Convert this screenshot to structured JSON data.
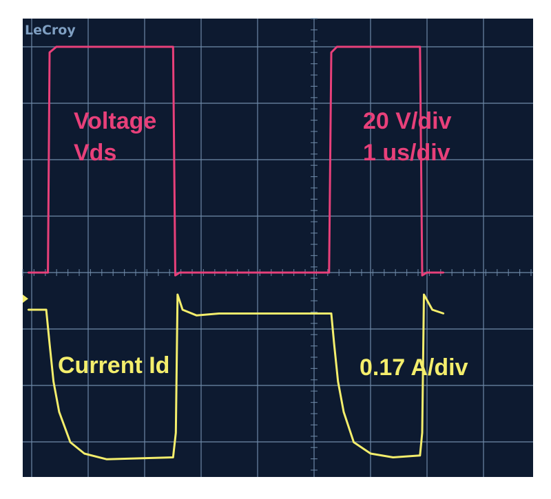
{
  "brand": "LeCroy",
  "colors": {
    "screen_background": "#0d1a30",
    "grid": "#6f8aa8",
    "voltage_trace": "#e8407a",
    "current_trace": "#f4ee6c"
  },
  "chart_data": {
    "type": "line",
    "title": "",
    "grid": true,
    "x_unit": "us",
    "x_per_div": 1,
    "series": [
      {
        "name": "Voltage Vds",
        "scale_text": "20 V/div",
        "unit": "V",
        "units_per_div": 20,
        "x": [
          0.0,
          0.35,
          0.38,
          0.5,
          2.58,
          2.62,
          2.7,
          5.36,
          5.4,
          5.5,
          6.98,
          7.02,
          7.1,
          7.4
        ],
        "values": [
          0,
          0,
          78,
          80,
          80,
          -1,
          0,
          0,
          78,
          80,
          80,
          -1,
          0,
          0
        ]
      },
      {
        "name": "Current Id",
        "scale_text": "0.17 A/div",
        "unit": "A",
        "units_per_div": 0.17,
        "x": [
          0.0,
          0.32,
          0.38,
          0.45,
          0.55,
          0.75,
          1.0,
          1.4,
          2.58,
          2.63,
          2.66,
          2.75,
          3.0,
          3.4,
          4.0,
          5.4,
          5.45,
          5.52,
          5.62,
          5.8,
          6.1,
          6.5,
          6.98,
          7.02,
          7.05,
          7.2,
          7.4
        ],
        "values": [
          0.6,
          0.6,
          0.42,
          0.22,
          0.06,
          -0.1,
          -0.16,
          -0.19,
          -0.18,
          -0.05,
          0.68,
          0.6,
          0.57,
          0.58,
          0.58,
          0.58,
          0.42,
          0.22,
          0.06,
          -0.1,
          -0.16,
          -0.18,
          -0.17,
          -0.05,
          0.68,
          0.6,
          0.58
        ]
      }
    ]
  },
  "annotations": {
    "voltage_line1": "Voltage",
    "voltage_line2": "Vds",
    "voltage_scale": "20 V/div",
    "time_scale": "1 us/div",
    "current_label": "Current Id",
    "current_scale": "0.17 A/div"
  }
}
